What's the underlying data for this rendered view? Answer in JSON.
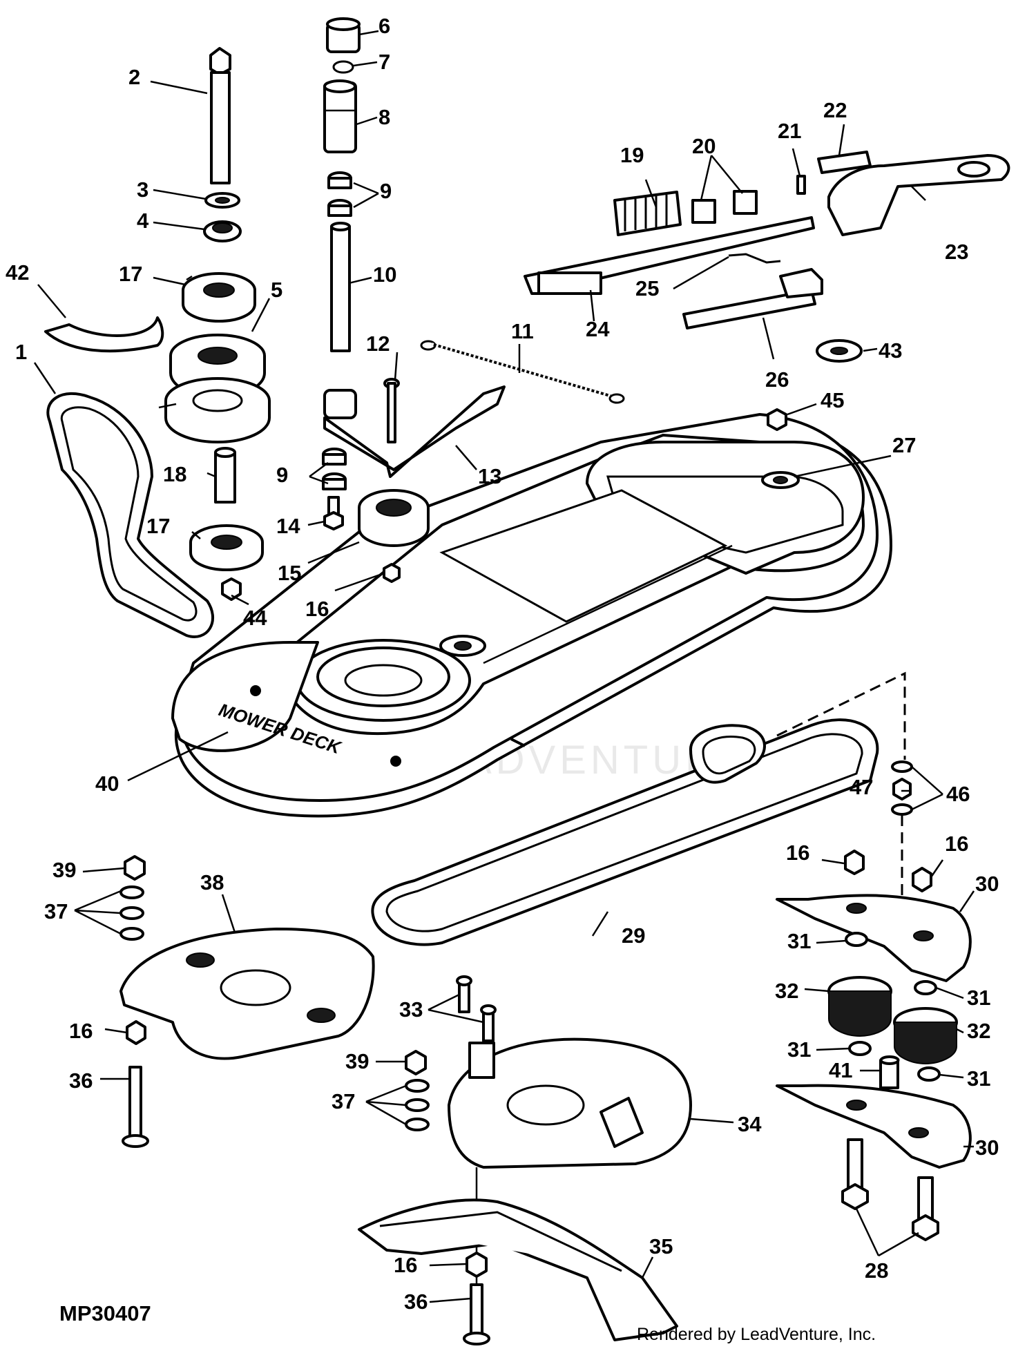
{
  "diagram": {
    "code": "MP30407",
    "credit": "Rendered by LeadVenture, Inc.",
    "watermark": "LEADVENTURE",
    "deck_label": "MOWER DECK"
  },
  "callouts": [
    {
      "id": "c1",
      "text": "1"
    },
    {
      "id": "c2",
      "text": "2"
    },
    {
      "id": "c3",
      "text": "3"
    },
    {
      "id": "c4",
      "text": "4"
    },
    {
      "id": "c5",
      "text": "5"
    },
    {
      "id": "c6",
      "text": "6"
    },
    {
      "id": "c7",
      "text": "7"
    },
    {
      "id": "c8",
      "text": "8"
    },
    {
      "id": "c9a",
      "text": "9"
    },
    {
      "id": "c9b",
      "text": "9"
    },
    {
      "id": "c10",
      "text": "10"
    },
    {
      "id": "c11",
      "text": "11"
    },
    {
      "id": "c12",
      "text": "12"
    },
    {
      "id": "c13",
      "text": "13"
    },
    {
      "id": "c14",
      "text": "14"
    },
    {
      "id": "c15",
      "text": "15"
    },
    {
      "id": "c16a",
      "text": "16"
    },
    {
      "id": "c16b",
      "text": "16"
    },
    {
      "id": "c16c",
      "text": "16"
    },
    {
      "id": "c16d",
      "text": "16"
    },
    {
      "id": "c16e",
      "text": "16"
    },
    {
      "id": "c17a",
      "text": "17"
    },
    {
      "id": "c17b",
      "text": "17"
    },
    {
      "id": "c18",
      "text": "18"
    },
    {
      "id": "c19",
      "text": "19"
    },
    {
      "id": "c20",
      "text": "20"
    },
    {
      "id": "c21",
      "text": "21"
    },
    {
      "id": "c22",
      "text": "22"
    },
    {
      "id": "c23",
      "text": "23"
    },
    {
      "id": "c24",
      "text": "24"
    },
    {
      "id": "c25",
      "text": "25"
    },
    {
      "id": "c26",
      "text": "26"
    },
    {
      "id": "c27",
      "text": "27"
    },
    {
      "id": "c28",
      "text": "28"
    },
    {
      "id": "c29",
      "text": "29"
    },
    {
      "id": "c30a",
      "text": "30"
    },
    {
      "id": "c30b",
      "text": "30"
    },
    {
      "id": "c31a",
      "text": "31"
    },
    {
      "id": "c31b",
      "text": "31"
    },
    {
      "id": "c31c",
      "text": "31"
    },
    {
      "id": "c31d",
      "text": "31"
    },
    {
      "id": "c32a",
      "text": "32"
    },
    {
      "id": "c32b",
      "text": "32"
    },
    {
      "id": "c33",
      "text": "33"
    },
    {
      "id": "c34",
      "text": "34"
    },
    {
      "id": "c35",
      "text": "35"
    },
    {
      "id": "c36a",
      "text": "36"
    },
    {
      "id": "c36b",
      "text": "36"
    },
    {
      "id": "c37a",
      "text": "37"
    },
    {
      "id": "c37b",
      "text": "37"
    },
    {
      "id": "c38",
      "text": "38"
    },
    {
      "id": "c39a",
      "text": "39"
    },
    {
      "id": "c39b",
      "text": "39"
    },
    {
      "id": "c40",
      "text": "40"
    },
    {
      "id": "c41",
      "text": "41"
    },
    {
      "id": "c42",
      "text": "42"
    },
    {
      "id": "c43",
      "text": "43"
    },
    {
      "id": "c44",
      "text": "44"
    },
    {
      "id": "c45",
      "text": "45"
    },
    {
      "id": "c46",
      "text": "46"
    },
    {
      "id": "c47",
      "text": "47"
    }
  ]
}
